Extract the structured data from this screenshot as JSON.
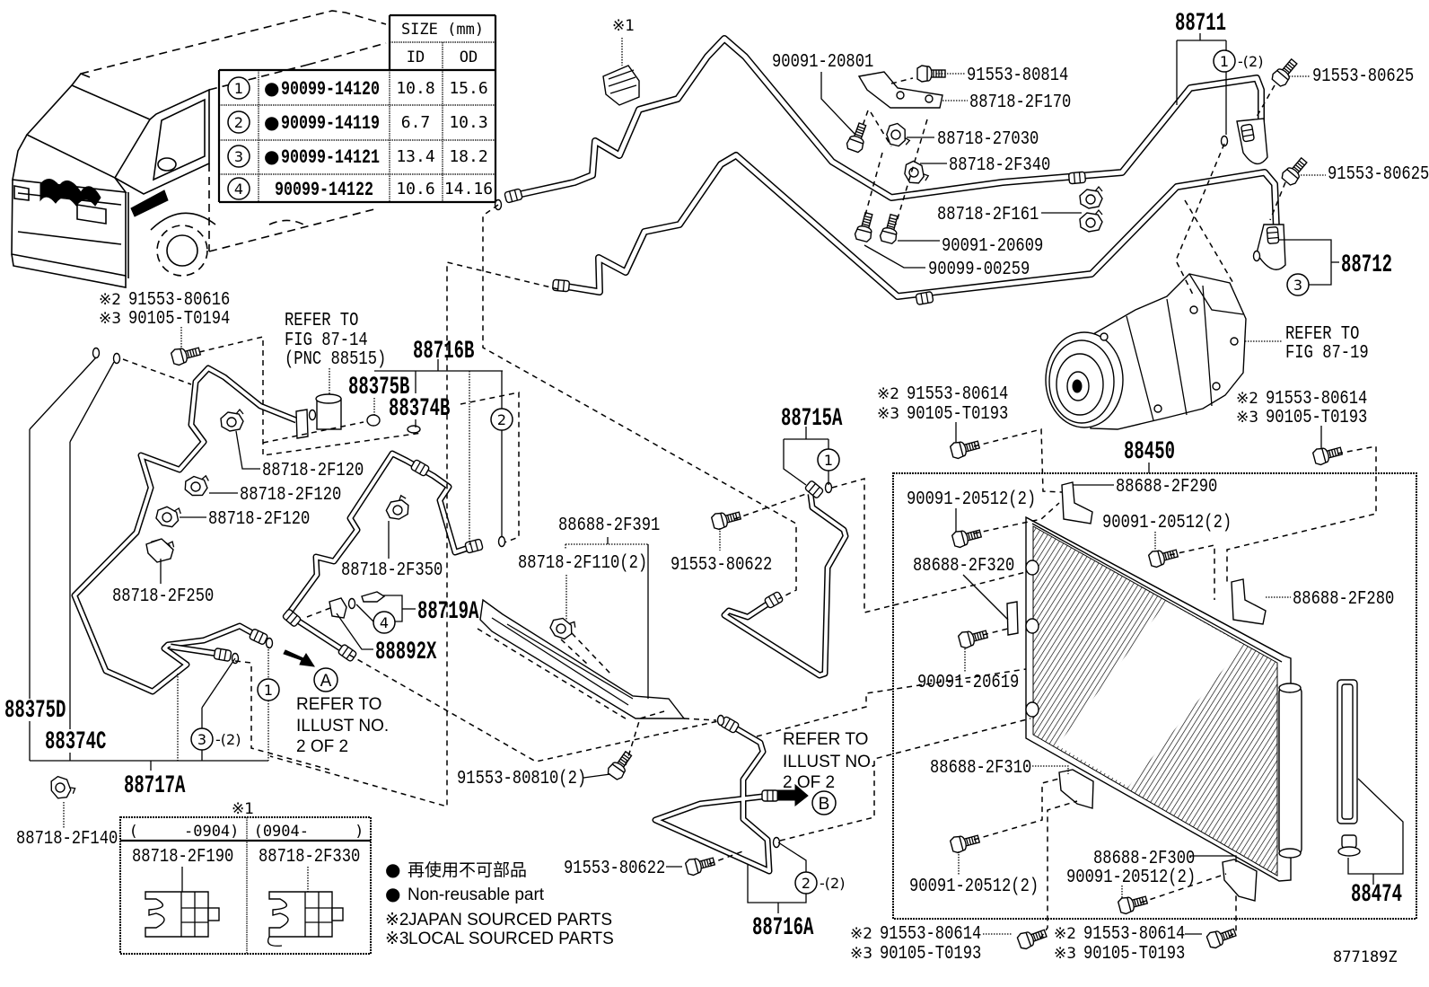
{
  "figure_code": "877189Z",
  "notes": {
    "clip_mark": "※1"
  },
  "size_table": {
    "title": "SIZE (mm)",
    "col_id": "ID",
    "col_od": "OD",
    "rows": [
      {
        "ref": "1",
        "marker": "●",
        "part_no": "90099-14120",
        "id": "10.8",
        "od": "15.6"
      },
      {
        "ref": "2",
        "marker": "●",
        "part_no": "90099-14119",
        "id": "6.7",
        "od": "10.3"
      },
      {
        "ref": "3",
        "marker": "●",
        "part_no": "90099-14121",
        "id": "13.4",
        "od": "18.2"
      },
      {
        "ref": "4",
        "marker": "",
        "part_no": "90099-14122",
        "id": "10.6",
        "od": "14.16"
      }
    ]
  },
  "callouts": [
    "90091-20801",
    "91553-80814",
    "88718-2F170",
    "88718-27030",
    "88718-2F340",
    "88718-2F161",
    "90091-20609",
    "90099-00259",
    "88711",
    "91553-80625",
    "91553-80625",
    "88712",
    "88450",
    "88688-2F290",
    "90091-20512(2)",
    "90091-20512(2)",
    "88688-2F320",
    "88688-2F280",
    "90091-20619",
    "88688-2F310",
    "88688-2F300",
    "90091-20512(2)",
    "90091-20512(2)",
    "88474",
    "88716B",
    "88375B",
    "88374B",
    "88718-2F120",
    "88718-2F120",
    "88718-2F120",
    "88718-2F350",
    "88718-2F250",
    "88719A",
    "88892X",
    "88375D",
    "88374C",
    "88717A",
    "88718-2F140",
    "88688-2F391",
    "88718-2F110(2)",
    "91553-80622",
    "88715A",
    "91553-80810(2)",
    "91553-80622",
    "88716A"
  ],
  "sourced_bolts": [
    {
      "japan": "91553-80616",
      "local": "90105-T0194"
    },
    {
      "japan": "91553-80614",
      "local": "90105-T0193"
    },
    {
      "japan": "91553-80614",
      "local": "90105-T0193"
    },
    {
      "japan": "91553-80614",
      "local": "90105-T0193"
    },
    {
      "japan": "91553-80614",
      "local": "90105-T0193"
    }
  ],
  "refer_notes": [
    {
      "lines": [
        "REFER TO",
        "FIG 87-14",
        "(PNC 88515)"
      ]
    },
    {
      "lines": [
        "REFER TO",
        "FIG 87-19"
      ]
    },
    {
      "lines": [
        "REFER TO",
        "ILLUST NO.",
        "2 OF 2"
      ],
      "ref": "A"
    },
    {
      "lines": [
        "REFER TO",
        "ILLUST NO.",
        "2 OF 2"
      ],
      "ref": "B"
    }
  ],
  "hose_refs": [
    {
      "ref": "1",
      "qty": "-(2)"
    },
    {
      "ref": "3",
      "qty": ""
    },
    {
      "ref": "2",
      "qty": ""
    },
    {
      "ref": "1",
      "qty": ""
    },
    {
      "ref": "1",
      "qty": ""
    },
    {
      "ref": "3",
      "qty": "-(2)"
    },
    {
      "ref": "4",
      "qty": ""
    },
    {
      "ref": "2",
      "qty": "-(2)"
    }
  ],
  "clip_variants": {
    "columns": [
      {
        "range": "(     -0904)",
        "part_no": "88718-2F190"
      },
      {
        "range": "(0904-     )",
        "part_no": "88718-2F330"
      }
    ]
  },
  "legend": [
    {
      "mark": "●",
      "text": "再使用不可部品"
    },
    {
      "mark": "●",
      "text": "Non-reusable part"
    },
    {
      "mark": "※2",
      "text": "JAPAN SOURCED PARTS"
    },
    {
      "mark": "※3",
      "text": "LOCAL SOURCED PARTS"
    }
  ]
}
